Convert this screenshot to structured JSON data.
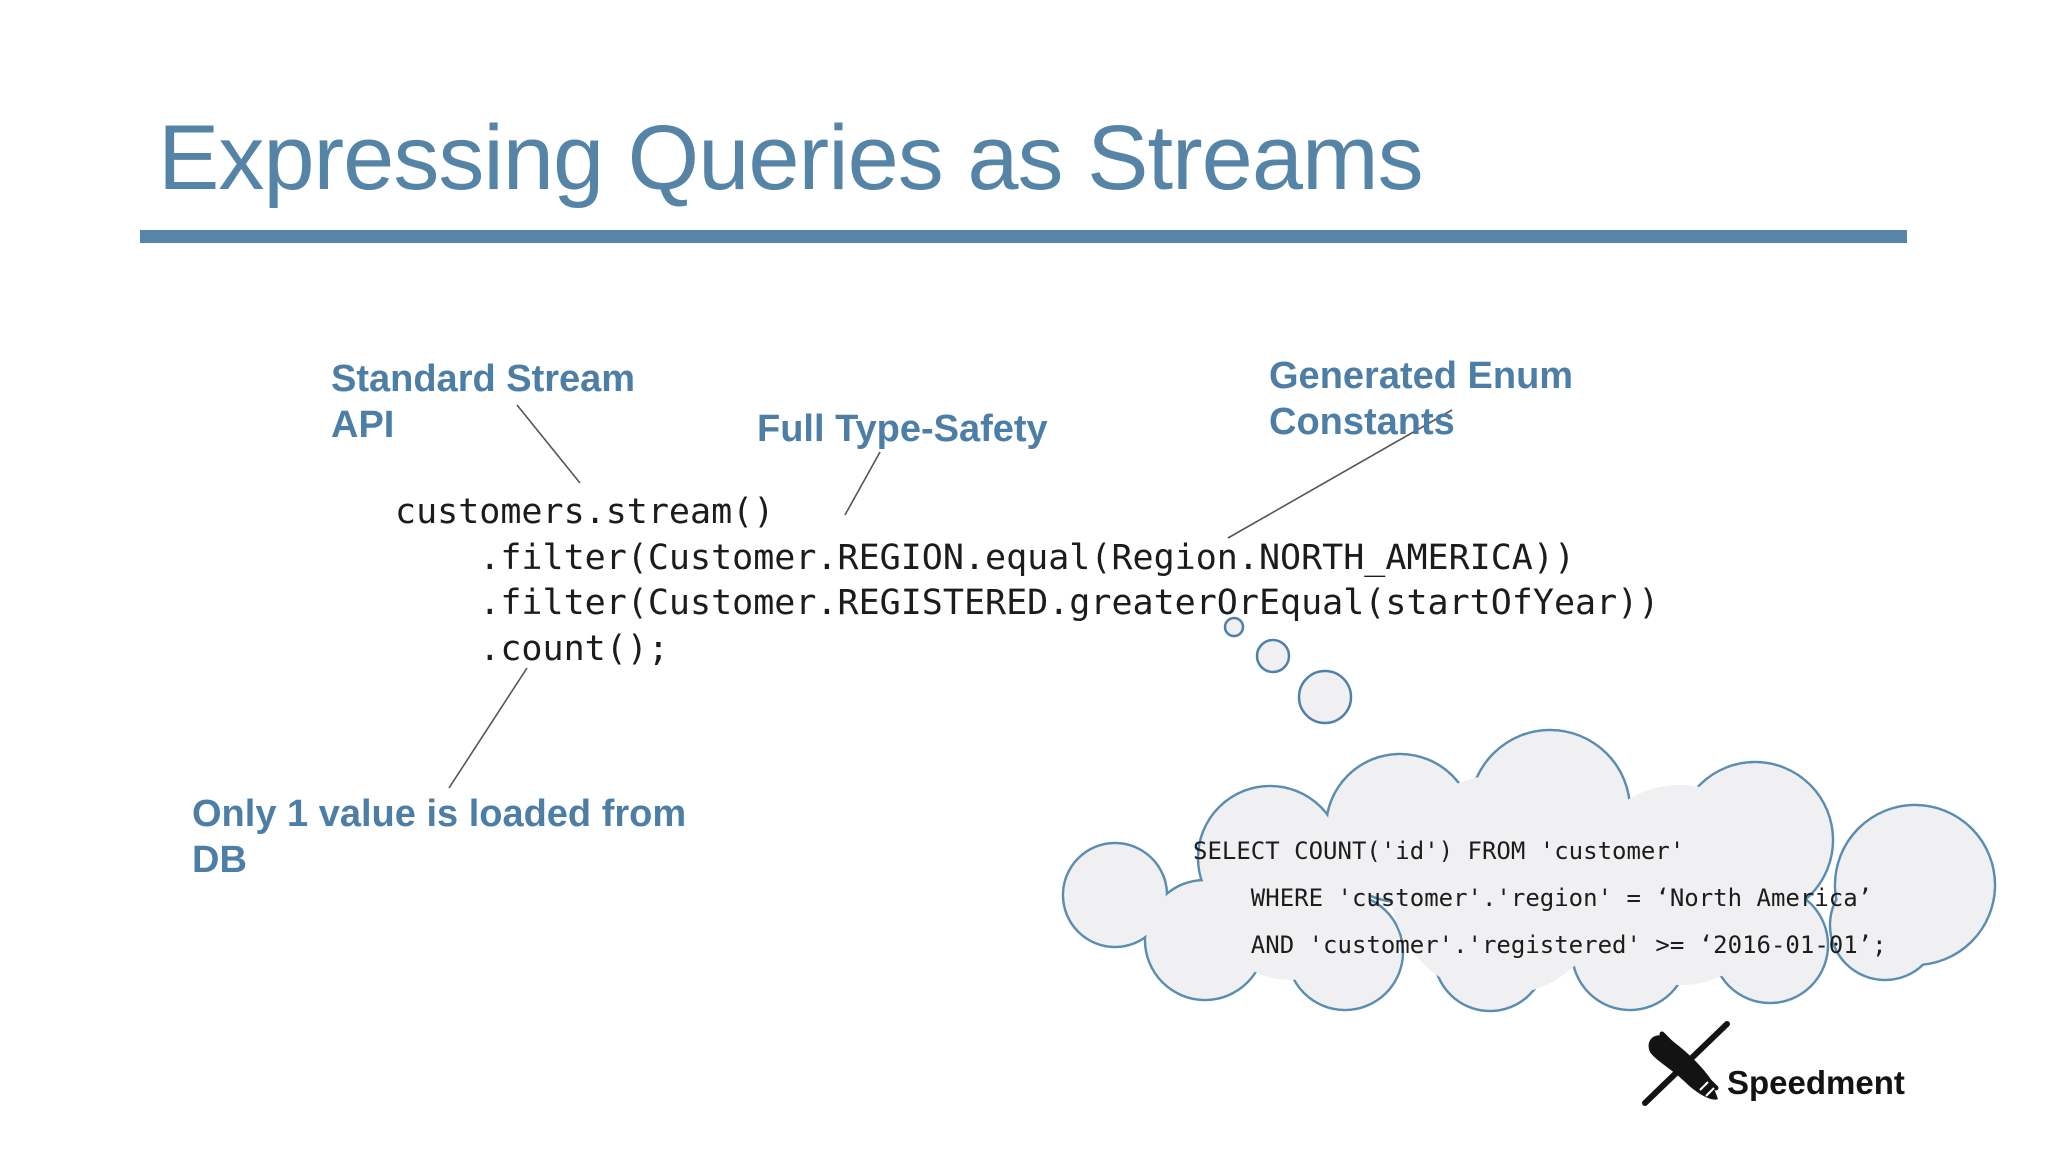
{
  "slide": {
    "title": "Expressing Queries as Streams",
    "accent_color": "#5585a8",
    "label_color": "#4d7ea6",
    "background_color": "#ffffff"
  },
  "annotations": {
    "standard_stream": "Standard Stream\nAPI",
    "type_safety": "Full Type-Safety",
    "enum_constants": "Generated Enum\nConstants",
    "db_note": "Only 1 value is loaded from\nDB"
  },
  "code": {
    "java": "customers.stream()\n    .filter(Customer.REGION.equal(Region.NORTH_AMERICA))\n    .filter(Customer.REGISTERED.greaterOrEqual(startOfYear))\n    .count();"
  },
  "thought_bubble": {
    "sql": "SELECT COUNT('id') FROM 'customer'\n    WHERE 'customer'.'region' = ‘North America’\n    AND 'customer'.'registered' >= ‘2016-01-01’;",
    "fill_color": "#f0f0f2",
    "stroke_color": "#5b8db0"
  },
  "logo": {
    "text": "Speedment"
  }
}
